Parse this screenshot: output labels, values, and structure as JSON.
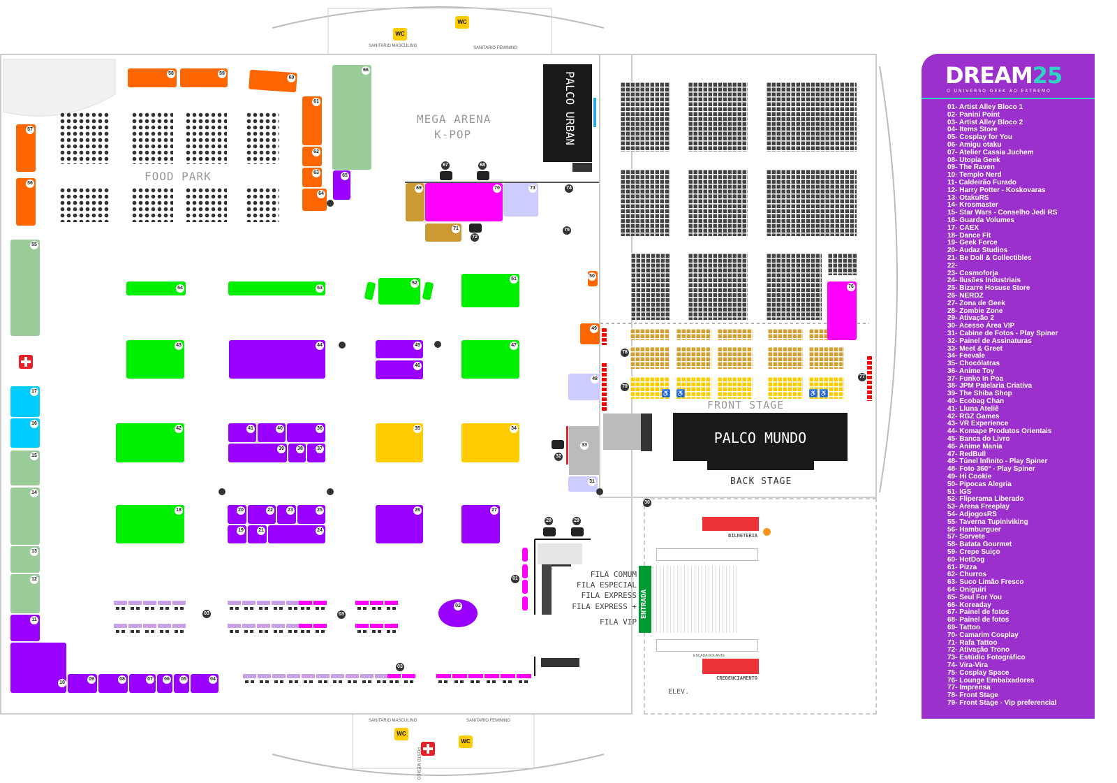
{
  "map": {
    "areas": {
      "food_park": "FOOD PARK",
      "mega_arena": "MEGA ARENA",
      "kpop": "K-POP",
      "palco_urban": "PALCO URBAN",
      "palco_mundo": "PALCO MUNDO",
      "front_stage": "FRONT STAGE",
      "back_stage": "BACK STAGE",
      "bilheteria": "BILHETERIA",
      "credenciamento": "CREDENCIAMENTO",
      "escada_rolante": "ESCADA ROLANTE",
      "elevador": "ELEV.",
      "entrada": "ENTRADA",
      "sanitario_masc_top": "SANITARIO MASCULINO",
      "sanitario_fem_top": "SANITARIO FEMININO",
      "sanitario_masc_bottom": "SANITARIO MASCULINO",
      "sanitario_fem_bottom": "SANITARIO FEMININO",
      "posto_medico": "POSTO MÉDICO",
      "wc": "WC"
    },
    "queues": [
      "FILA COMUM",
      "FILA ESPECIAL",
      "FILA EXPRESS",
      "FILA EXPRESS +",
      "FILA VIP"
    ],
    "booths": [
      "58",
      "59",
      "60",
      "61",
      "62",
      "63",
      "64",
      "57",
      "56",
      "66",
      "65",
      "55",
      "15",
      "14",
      "13",
      "12",
      "11",
      "10",
      "09",
      "08",
      "07",
      "06",
      "05",
      "04",
      "54",
      "53",
      "52",
      "51",
      "43",
      "44",
      "45",
      "46",
      "47",
      "42",
      "41",
      "40",
      "36",
      "39",
      "38",
      "37",
      "35",
      "34",
      "18",
      "20",
      "22",
      "23",
      "25",
      "19",
      "21",
      "24",
      "26",
      "27",
      "02",
      "17",
      "16",
      "69",
      "70",
      "71",
      "73",
      "76",
      "48",
      "31",
      "50",
      "49"
    ],
    "markers": [
      "01",
      "03",
      "03",
      "03",
      "30",
      "67",
      "68",
      "72",
      "74",
      "75",
      "28",
      "29",
      "32",
      "33",
      "78",
      "79",
      "77"
    ],
    "colors": {
      "orange": "#FF6600",
      "lightgreen": "#99CC99",
      "purple": "#9900FF",
      "green": "#00EE00",
      "yellow": "#FFCC00",
      "cyan": "#00CCFF",
      "magenta": "#FF00FF",
      "tan": "#CC9933",
      "lavender": "#CCCCFF",
      "ochre": "#D4A030",
      "seatYellow": "#FFCC00"
    }
  },
  "legend": {
    "logo_text": "DREAM",
    "logo_number": "25",
    "tagline": "O UNIVERSO GEEK AO EXTREMO",
    "items": [
      "01- Artist Alley Bloco 1",
      "02- Panini Point",
      "03- Artist Alley Bloco 2",
      "04- Items Store",
      "05- Cosplay for You",
      "06- Amigu otaku",
      "07- Atelier Cassia Juchem",
      "08- Utopia Geek",
      "09- The Raven",
      "10- Templo Nerd",
      "11- Caldeirão Furado",
      "12- Harry Potter - Koskovaras",
      "13- OtakuRS",
      "14- Krosmaster",
      "15- Star Wars - Conselho Jedi RS",
      "16- Guarda Volumes",
      "17- CAEX",
      "18- Dance Fit",
      "19- Geek Force",
      "20- Audaz Studios",
      "21- Be Doll & Collectibles",
      "22-",
      "23- Cosmoforja",
      "24- Ilusões Industriais",
      "25- Bizarre Hosuse Store",
      "26- NERDZ",
      "27- Zona de Geek",
      "28- Zombie Zone",
      "29- Ativação 2",
      "30- Acesso Área VIP",
      "31- Cabine de Fotos - Play Spiner",
      "32- Painel de Assinaturas",
      "33- Meet & Greet",
      "34- Feevale",
      "35- Chocólatras",
      "36- Anime Toy",
      "37- Funko In Poa",
      "38- JPM Palelaria Criativa",
      "39- The Shiba Shop",
      "40- Ecobag Chan",
      "41- Lluna Ateliê",
      "42- RGZ Games",
      "43- VR Experience",
      "44- Komape Produtos Orientais",
      "45- Banca do Livro",
      "46- Anime Mania",
      "47- RedBull",
      "48- Túnel Infinito - Play Spiner",
      "48- Foto 360° - Play Spiner",
      "49- Hi Cookie",
      "50- Pipocas Alegria",
      "51- IGS",
      "52- Fliperama Liberado",
      "53- Arena Freeplay",
      "54- AdjogosRS",
      "55- Taverna Tupiniviking",
      "56- Hamburguer",
      "57- Sorvete",
      "58- Batata Gourmet",
      "59- Crepe Suiço",
      "60- HotDog",
      "61- Pizza",
      "62- Churros",
      "63- Suco Limão Fresco",
      "64- Oniguiri",
      "65- Seul For You",
      "66- Koreaday",
      "67- Painel de fotos",
      "68- Painel de fotos",
      "69- Tattoo",
      "70- Camarim Cosplay",
      "71- Rafa Tattoo",
      "72- Ativação Trono",
      "73- Estúdio Fotográfico",
      "74- Vira-Vira",
      "75- Cosplay Space",
      "76- Lounge Embaixadores",
      "77- Imprensa",
      "78- Front Stage",
      "79- Front Stage - Vip preferencial"
    ]
  }
}
